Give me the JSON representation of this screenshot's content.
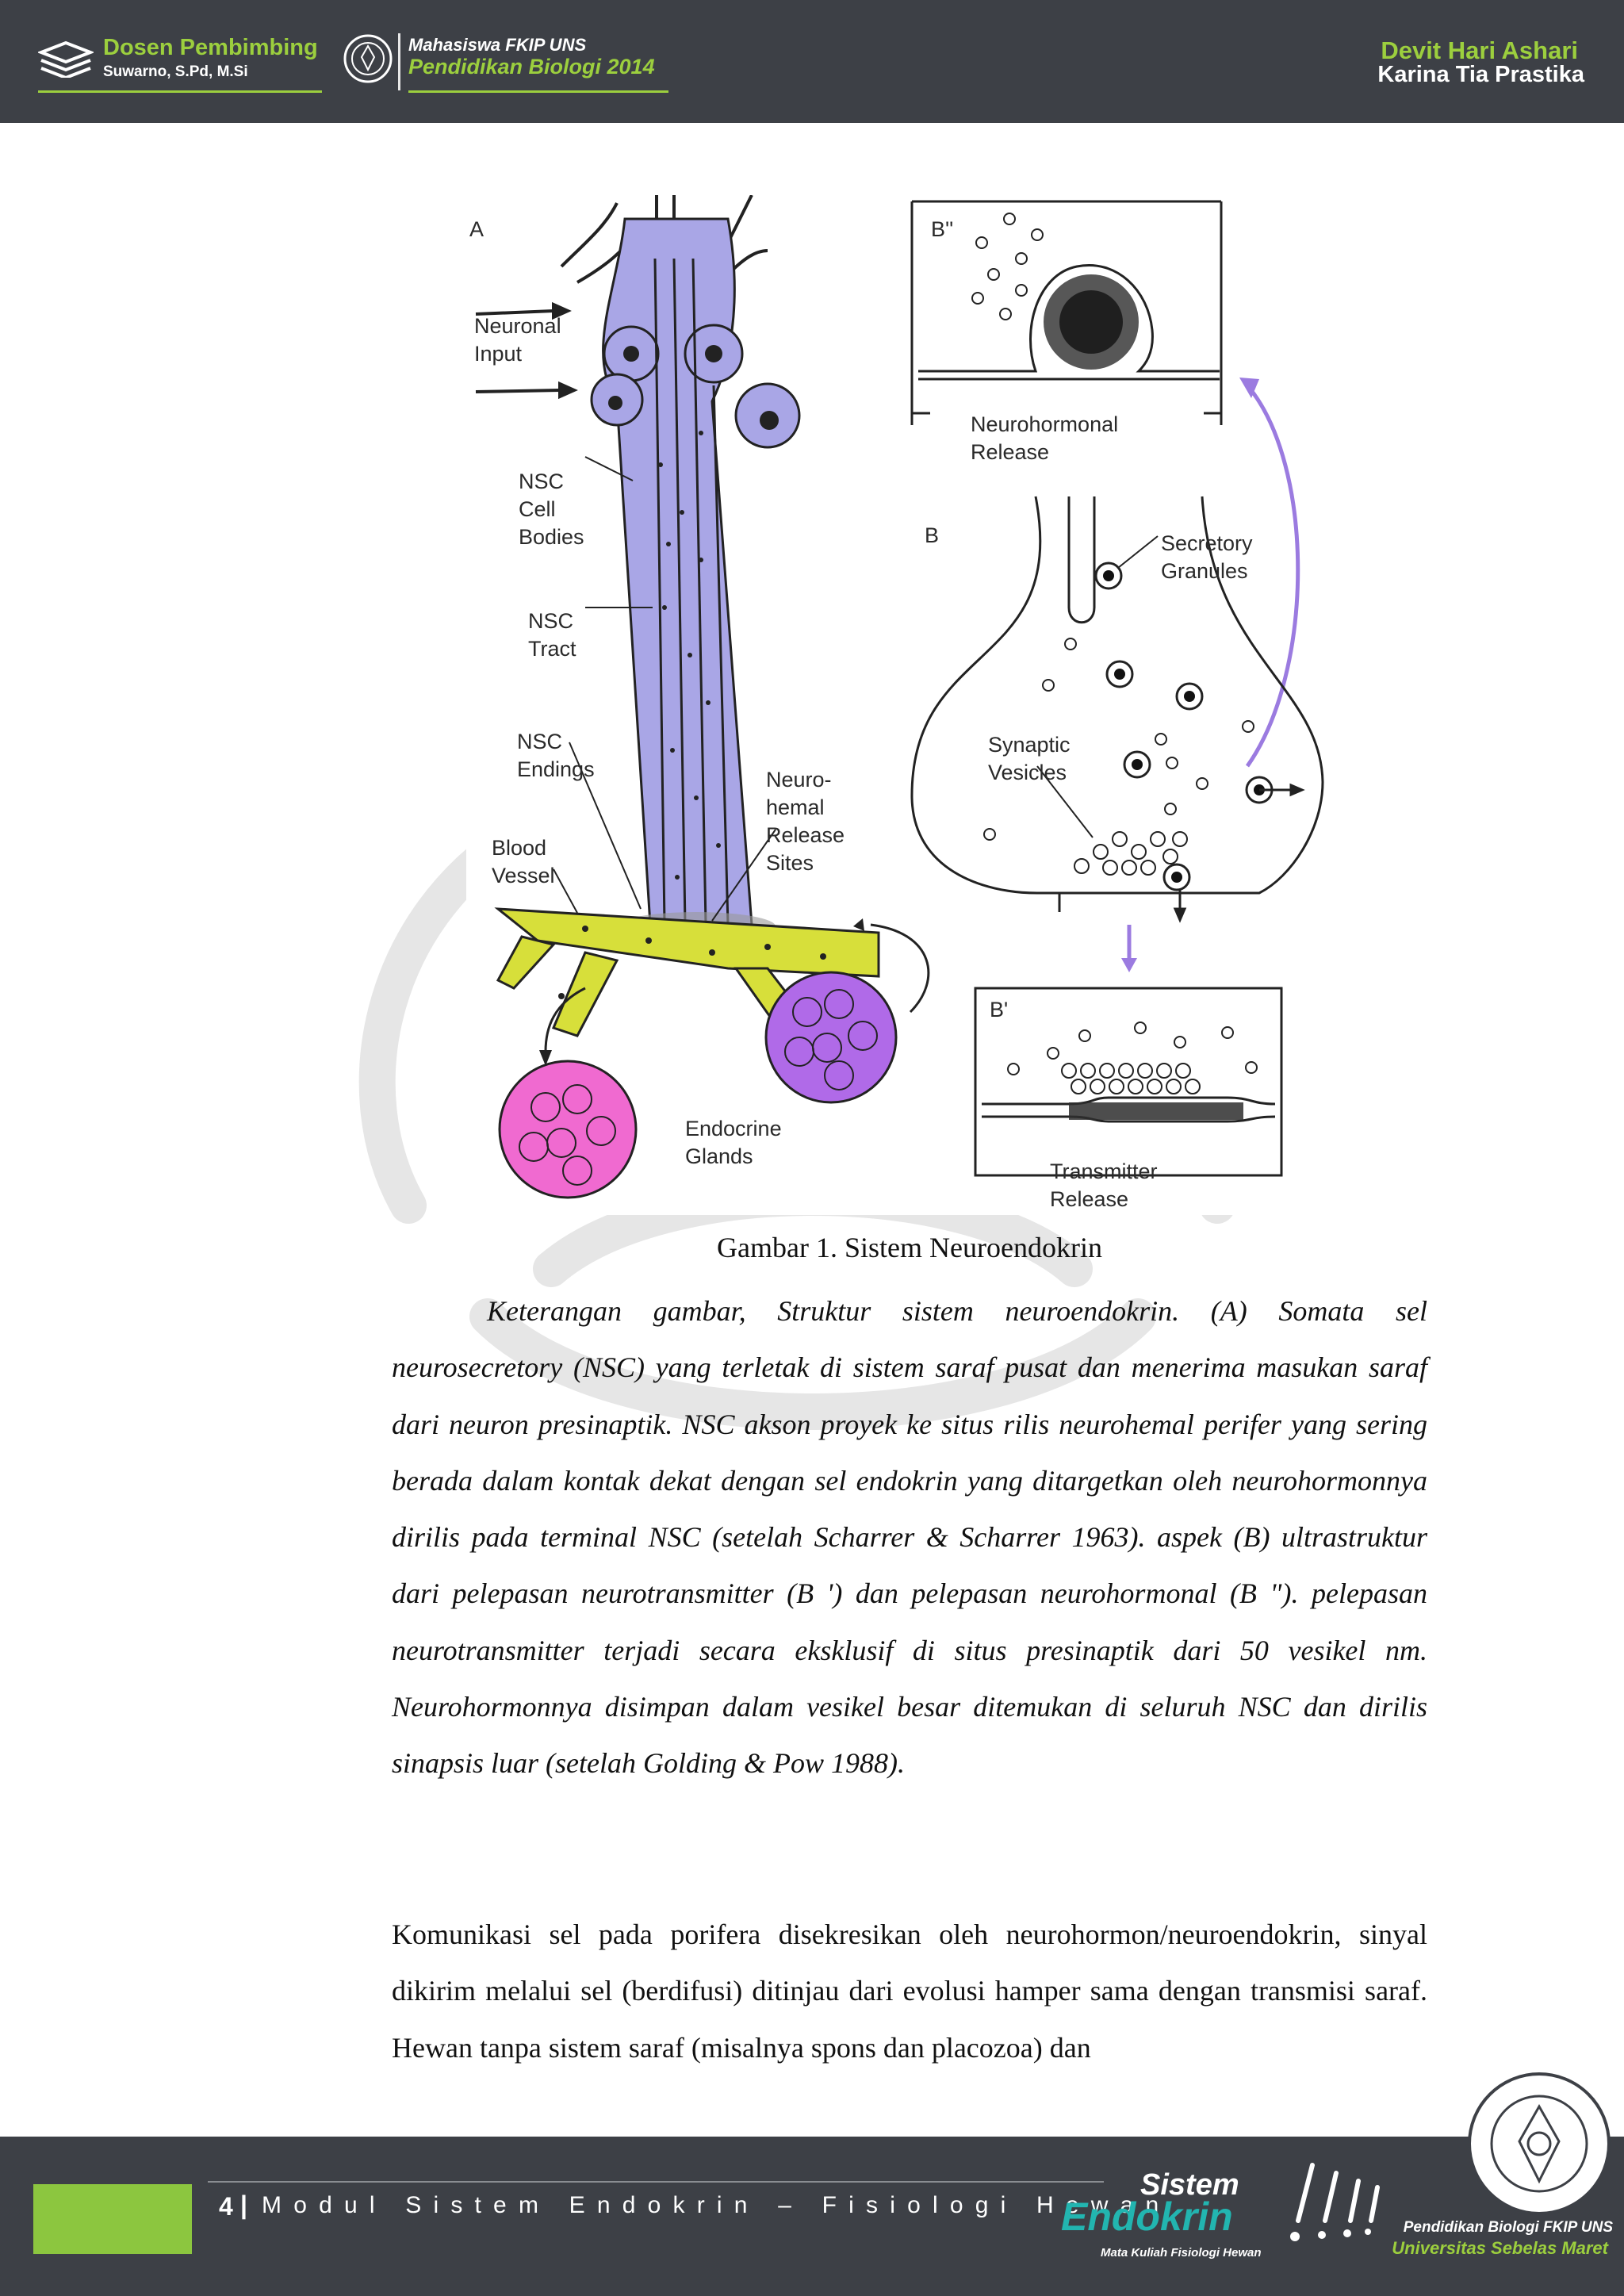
{
  "header": {
    "supervisor_title": "Dosen Pembimbing",
    "supervisor_name": "Suwarno, S.Pd, M.Si",
    "program_title": "Mahasiswa FKIP UNS",
    "program_name": "Pendidikan Biologi 2014",
    "author_1": "Devit Hari Ashari",
    "author_2": "Karina Tia Prastika"
  },
  "figure": {
    "panel_labels": {
      "a": "A",
      "b": "B",
      "b_double": "B''",
      "b_single": "B'"
    },
    "labels": {
      "neuronal_input": "Neuronal\nInput",
      "nsc_cell_bodies": "NSC\nCell\nBodies",
      "nsc_tract": "NSC\nTract",
      "nsc_endings": "NSC\nEndings",
      "blood_vessel": "Blood\nVessel",
      "neurohemal_release_sites": "Neuro-\nhemal\nRelease\nSites",
      "endocrine_glands": "Endocrine\nGlands",
      "neurohormonal_release": "Neurohormonal\nRelease",
      "secretory_granules": "Secretory\nGranules",
      "synaptic_vesicles": "Synaptic\nVesicles",
      "transmitter_release": "Transmitter\nRelease"
    },
    "colors": {
      "neuron": "#a9a6e6",
      "vessel": "#d7df3a",
      "gland_pink": "#f06ad0",
      "gland_purple": "#b06ae8",
      "arrow_purple": "#9b7be0"
    },
    "caption": "Gambar 1. Sistem Neuroendokrin"
  },
  "body": {
    "paragraph_1": "Keterangan gambar, Struktur sistem neuroendokrin. (A) Somata sel neurosecretory (NSC) yang terletak di sistem saraf pusat dan menerima masukan saraf dari neuron presinaptik. NSC akson proyek ke situs rilis neurohemal perifer yang sering berada dalam kontak dekat dengan sel endokrin yang ditargetkan oleh neurohormonnya dirilis pada terminal NSC (setelah Scharrer & Scharrer 1963). aspek (B) ultrastruktur dari pelepasan neurotransmitter (B ') dan pelepasan neurohormonal (B \"). pelepasan neurotransmitter terjadi secara eksklusif di situs presinaptik dari 50 vesikel nm. Neurohormonnya disimpan dalam vesikel besar ditemukan di seluruh NSC dan dirilis sinapsis luar (setelah Golding & Pow 1988).",
    "paragraph_2": "Komunikasi sel pada porifera disekresikan oleh neurohormon/neuroendokrin, sinyal dikirim melalui sel (berdifusi) ditinjau dari evolusi hamper sama dengan transmisi saraf. Hewan tanpa sistem saraf (misalnya spons dan placozoa) dan"
  },
  "footer": {
    "page_number": "4",
    "separator": "|",
    "module_title": "Modul Sistem Endokrin – Fisiologi Hewan",
    "logo_top": "Sistem",
    "logo_main": "Endokrin",
    "logo_sub": "Mata Kuliah Fisiologi Hewan",
    "institution_1": "Pendidikan Biologi FKIP UNS",
    "institution_2": "Universitas Sebelas Maret"
  }
}
